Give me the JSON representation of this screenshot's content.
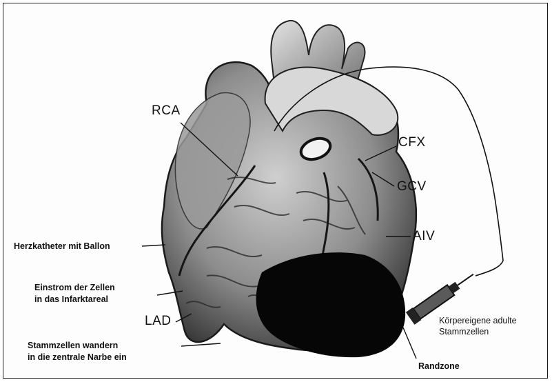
{
  "labels": {
    "rca": "RCA",
    "cfx": "CFX",
    "gcv": "GCV",
    "aiv": "AIV",
    "lad": "LAD",
    "catheter": "Herzkatheter mit Ballon",
    "influx_line1": "Einstrom der Zellen",
    "influx_line2": "in das Infarktareal",
    "migrate_line1": "Stammzellen wandern",
    "migrate_line2": "in die zentrale Narbe ein",
    "stemcells_line1": "Körpereigene adulte",
    "stemcells_line2": "Stammzellen",
    "border_zone": "Randzone"
  },
  "colors": {
    "ink": "#111111",
    "heart_light": "#b9b9b9",
    "heart_mid": "#8a8a8a",
    "heart_dark": "#3c3c3c",
    "infarct": "#050505"
  }
}
